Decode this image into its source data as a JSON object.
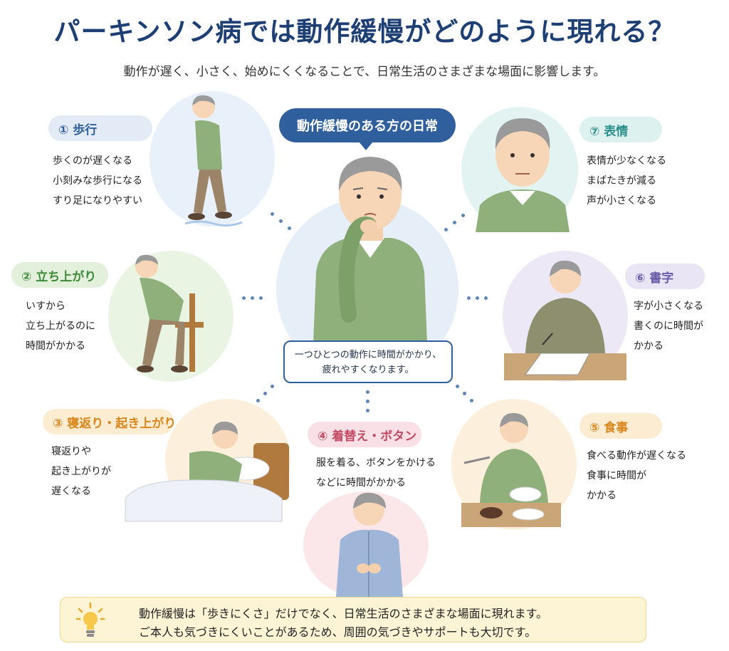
{
  "title": "パーキンソン病では動作緩慢がどのように現れる？",
  "subtitle": "動作が遅く、小さく、始めにくくなることで、日常生活のさまざまな場面に影響します。",
  "center": {
    "badge": "動作緩慢のある方の日常",
    "note_line1": "一つひとつの動作に時間がかかり、",
    "note_line2": "疲れやすくなります。"
  },
  "items": [
    {
      "label": "① 歩行",
      "color": "#2f5f9c",
      "bg": "#e2ebf6",
      "lines": [
        "歩くのが遅くなる",
        "小刻みな歩行になる",
        "すり足になりやすい"
      ]
    },
    {
      "label": "② 立ち上がり",
      "color": "#3f8a3a",
      "bg": "#e3f1dc",
      "lines": [
        "いすから",
        "立ち上がるのに",
        "時間がかかる"
      ]
    },
    {
      "label": "③ 寝返り・起き上がり",
      "color": "#d9861c",
      "bg": "#fbecd2",
      "lines": [
        "寝返りや",
        "起き上がりが",
        "遅くなる"
      ]
    },
    {
      "label": "④ 着替え・ボタン",
      "color": "#c24a63",
      "bg": "#f9e0e6",
      "lines": [
        "服を着る、ボタンをかける",
        "などに時間がかかる"
      ]
    },
    {
      "label": "⑤ 食事",
      "color": "#d9861c",
      "bg": "#fbecd2",
      "lines": [
        "食べる動作が遅くなる",
        "食事に時間が",
        "かかる"
      ]
    },
    {
      "label": "⑥ 書字",
      "color": "#6a5aa8",
      "bg": "#e9e5f4",
      "lines": [
        "字が小さくなる",
        "書くのに時間が",
        "かかる"
      ]
    },
    {
      "label": "⑦ 表情",
      "color": "#2a8f8a",
      "bg": "#ddf1ee",
      "lines": [
        "表情が少なくなる",
        "まばたきが減る",
        "声が小さくなる"
      ]
    }
  ],
  "footer": {
    "line1": "動作緩慢は「歩きにくさ」だけでなく、日常生活のさまざまな場面に現れます。",
    "line2": "ご本人も気づきにくいことがあるため、周囲の気づきやサポートも大切です。"
  },
  "icons": {
    "footer": "lightbulb-icon"
  },
  "colors": {
    "title": "#1d3f73",
    "accent": "#2f5f9c",
    "footer_bg": "#fdf4d5"
  }
}
